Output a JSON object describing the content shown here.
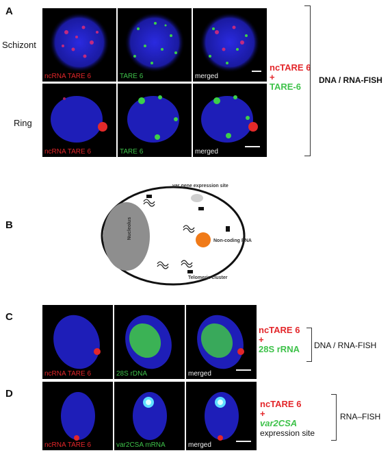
{
  "panels": {
    "A": {
      "letter": "A",
      "rows": [
        {
          "label": "Schizont"
        },
        {
          "label": "Ring"
        }
      ],
      "captions": {
        "red_a": "ncRNA",
        "red_b": "TARE 6",
        "green": "TARE 6",
        "merged": "merged"
      },
      "side_top": "ncTARE 6",
      "side_plus": "+",
      "side_bottom": "TARE-6",
      "bracket_label": "DNA / RNA-FISH"
    },
    "B": {
      "letter": "B",
      "label_var": "var gene expression site",
      "label_nucleolus": "Nucleolus",
      "label_noncoding": "Non-coding RNA",
      "label_telomeric": "Telomeric cluster"
    },
    "C": {
      "letter": "C",
      "captions": {
        "red_a": "ncRNA",
        "red_b": "TARE 6",
        "green": "28S rDNA",
        "merged": "merged"
      },
      "side_top": "ncTARE 6",
      "side_plus": "+",
      "side_bottom": "28S rRNA",
      "bracket_label": "DNA / RNA-FISH"
    },
    "D": {
      "letter": "D",
      "captions": {
        "red_a": "ncRNA",
        "red_b": "TARE 6",
        "green_a": "var2CSA",
        "green_b": "mRNA",
        "merged": "merged"
      },
      "side_top": "ncTARE 6",
      "side_plus": "+",
      "side_mid": "var2CSA",
      "side_bottom": "expression site",
      "bracket_label": "RNA–FISH"
    }
  },
  "colors": {
    "red": "#e3262a",
    "green": "#3ec24a",
    "dapi": "#2020c8"
  }
}
